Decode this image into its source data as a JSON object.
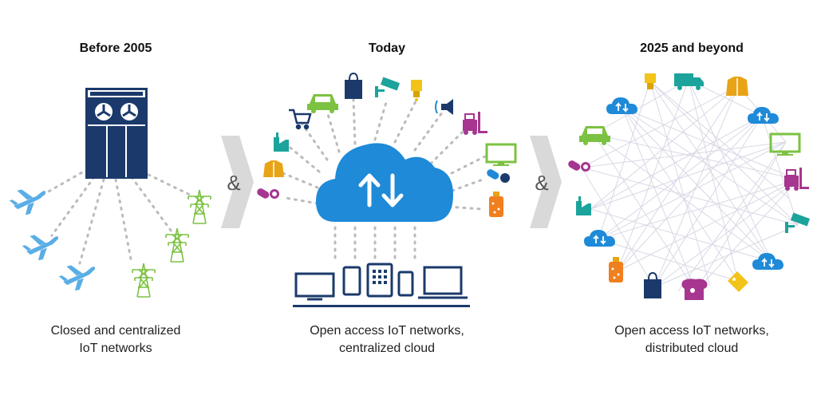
{
  "panels": [
    {
      "title": "Before 2005",
      "caption_line1": "Closed and centralized",
      "caption_line2": "IoT networks"
    },
    {
      "title": "Today",
      "caption_line1": "Open access IoT networks,",
      "caption_line2": "centralized cloud"
    },
    {
      "title": "2025 and beyond",
      "caption_line1": "Open access IoT networks,",
      "caption_line2": "distributed cloud"
    }
  ],
  "connectors": [
    "&",
    "&"
  ],
  "colors": {
    "server": "#1b3a6b",
    "cloud": "#1e8ad8",
    "airplane": "#5aaee6",
    "tower": "#7cc242",
    "device": "#1b3a6b",
    "arrow_bg": "#d9d9d9",
    "dots": "#bbbbbb",
    "lines": "#d8d8e6"
  },
  "icons": {
    "panel1": [
      "server-icon",
      "airplane-icon",
      "power-tower-icon"
    ],
    "panel2": [
      "cloud-icon",
      "car-icon",
      "shopping-bag-icon",
      "cctv-camera-icon",
      "light-bulb-icon",
      "speaker-icon",
      "shopping-cart-icon",
      "forklift-icon",
      "factory-icon",
      "monitor-icon",
      "jacket-icon",
      "pills-icon",
      "bottle-icon",
      "tv-icon",
      "phone-icon",
      "tablet-icon",
      "laptop-icon"
    ],
    "panel3": [
      "light-bulb-icon",
      "truck-icon",
      "jacket-icon",
      "cloud-icon",
      "car-icon",
      "monitor-icon",
      "pills-icon",
      "forklift-icon",
      "factory-icon",
      "cctv-camera-icon",
      "bottle-icon",
      "shopping-bag-icon",
      "bread-icon",
      "tag-icon"
    ]
  }
}
